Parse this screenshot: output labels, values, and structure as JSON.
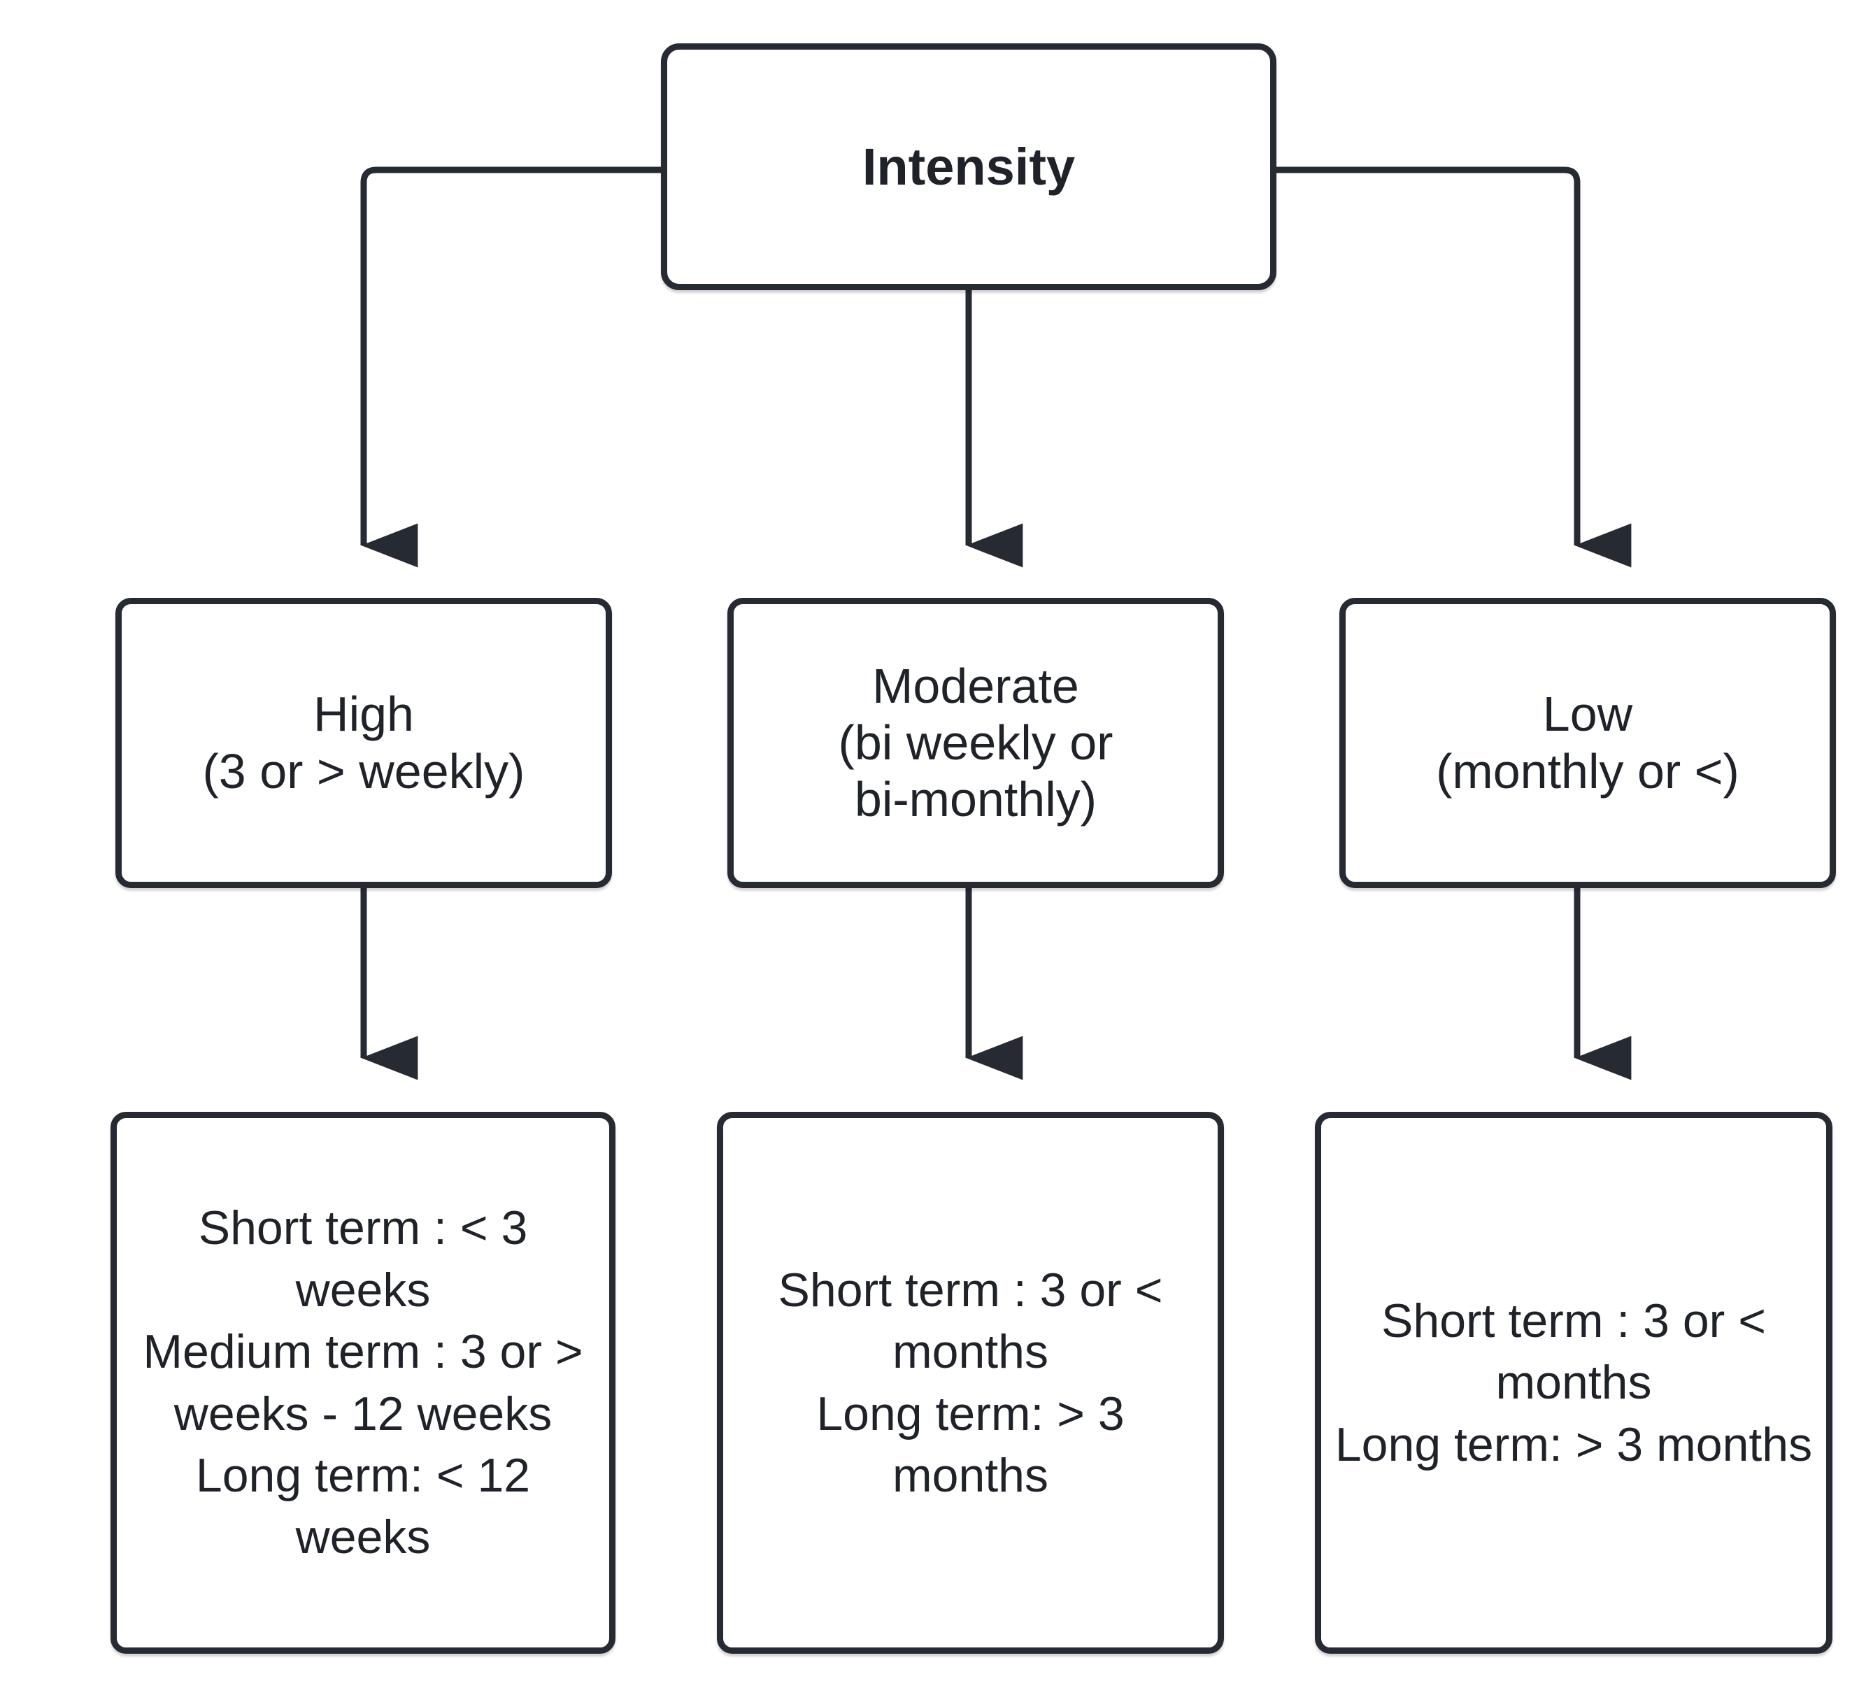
{
  "diagram": {
    "title": "Intensity",
    "type": "flowchart",
    "orientation": "top-down",
    "colors": {
      "stroke": "#262b33",
      "node_fill": "#ffffff",
      "text": "#1f2329",
      "background": "#ffffff"
    },
    "root": {
      "id": "root",
      "label": "Intensity",
      "bold": true
    },
    "levels": [
      {
        "id": "high",
        "label": "High\n(3 or > weekly)",
        "line1": "High",
        "line2": "(3 or > weekly)"
      },
      {
        "id": "moderate",
        "label": "Moderate\n(bi weekly or\nbi-monthly)",
        "line1": "Moderate",
        "line2": "(bi weekly or",
        "line3": "bi-monthly)"
      },
      {
        "id": "low",
        "label": "Low\n(monthly or <)",
        "line1": "Low",
        "line2": "(monthly or <)"
      }
    ],
    "details": [
      {
        "id": "high-detail",
        "label": "Short term : < 3 weeks\nMedium term : 3 or > weeks - 12 weeks\nLong term: < 12 weeks",
        "entries": [
          "Short term : < 3 weeks",
          "Medium term : 3 or > weeks - 12 weeks",
          "Long term: < 12 weeks"
        ]
      },
      {
        "id": "moderate-detail",
        "label": "Short term : 3 or < months\nLong term: > 3 months",
        "entries": [
          "Short term : 3 or < months",
          "Long term: > 3 months"
        ]
      },
      {
        "id": "low-detail",
        "label": "Short term : 3 or < months\nLong term: > 3 months",
        "entries": [
          "Short term : 3 or < months",
          "Long term: > 3 months"
        ]
      }
    ],
    "edges": [
      {
        "id": "root-to-high",
        "from": "root",
        "to": "high",
        "style": "elbow-left",
        "arrow": true
      },
      {
        "id": "root-to-moderate",
        "from": "root",
        "to": "moderate",
        "style": "straight",
        "arrow": true
      },
      {
        "id": "root-to-low",
        "from": "root",
        "to": "low",
        "style": "elbow-right",
        "arrow": true
      },
      {
        "id": "high-to-detail",
        "from": "high",
        "to": "high-detail",
        "style": "straight",
        "arrow": true
      },
      {
        "id": "moderate-to-detail",
        "from": "moderate",
        "to": "moderate-detail",
        "style": "straight",
        "arrow": true
      },
      {
        "id": "low-to-detail",
        "from": "low",
        "to": "low-detail",
        "style": "straight",
        "arrow": true
      }
    ]
  }
}
